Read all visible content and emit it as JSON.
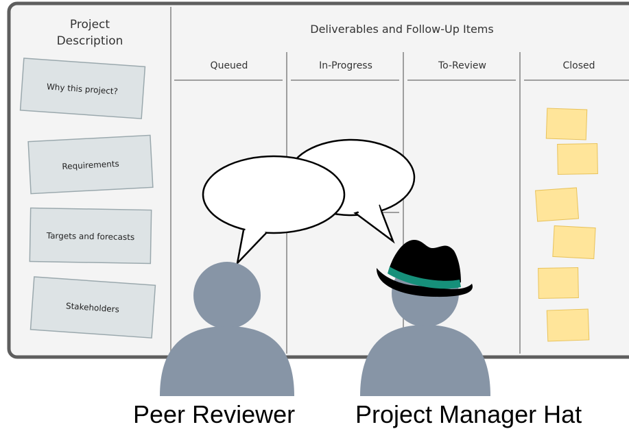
{
  "colors": {
    "board_fill": "#f4f4f4",
    "board_stroke": "#5e5e5e",
    "divider": "#9e9e9e",
    "description_card_fill": "#dde3e5",
    "description_card_stroke": "#9aa8ad",
    "sticky_note_fill": "#ffe59a",
    "sticky_note_stroke": "#e8c25a",
    "person_fill": "#8795a6",
    "hat_body": "#000000",
    "hat_band": "#16907a",
    "bubble_fill": "#ffffff",
    "bubble_stroke": "#000000"
  },
  "board": {
    "description_header": [
      "Project",
      "Description"
    ],
    "deliverables_header": "Deliverables and Follow-Up Items",
    "columns": [
      {
        "label": "Queued"
      },
      {
        "label": "In-Progress"
      },
      {
        "label": "To-Review"
      },
      {
        "label": "Closed"
      }
    ],
    "description_cards": [
      {
        "label": "Why this project?"
      },
      {
        "label": "Requirements"
      },
      {
        "label": "Targets and forecasts"
      },
      {
        "label": "Stakeholders"
      }
    ],
    "closed_sticky_note_count": 6
  },
  "people": {
    "peer_reviewer": {
      "caption": "Peer Reviewer",
      "icon": "person-icon"
    },
    "project_manager": {
      "caption": "Project Manager Hat",
      "icon": "person-icon",
      "accessory": "fedora-hat-icon"
    }
  },
  "speech_bubbles": {
    "count": 2,
    "icon": "speech-bubble-icon"
  }
}
